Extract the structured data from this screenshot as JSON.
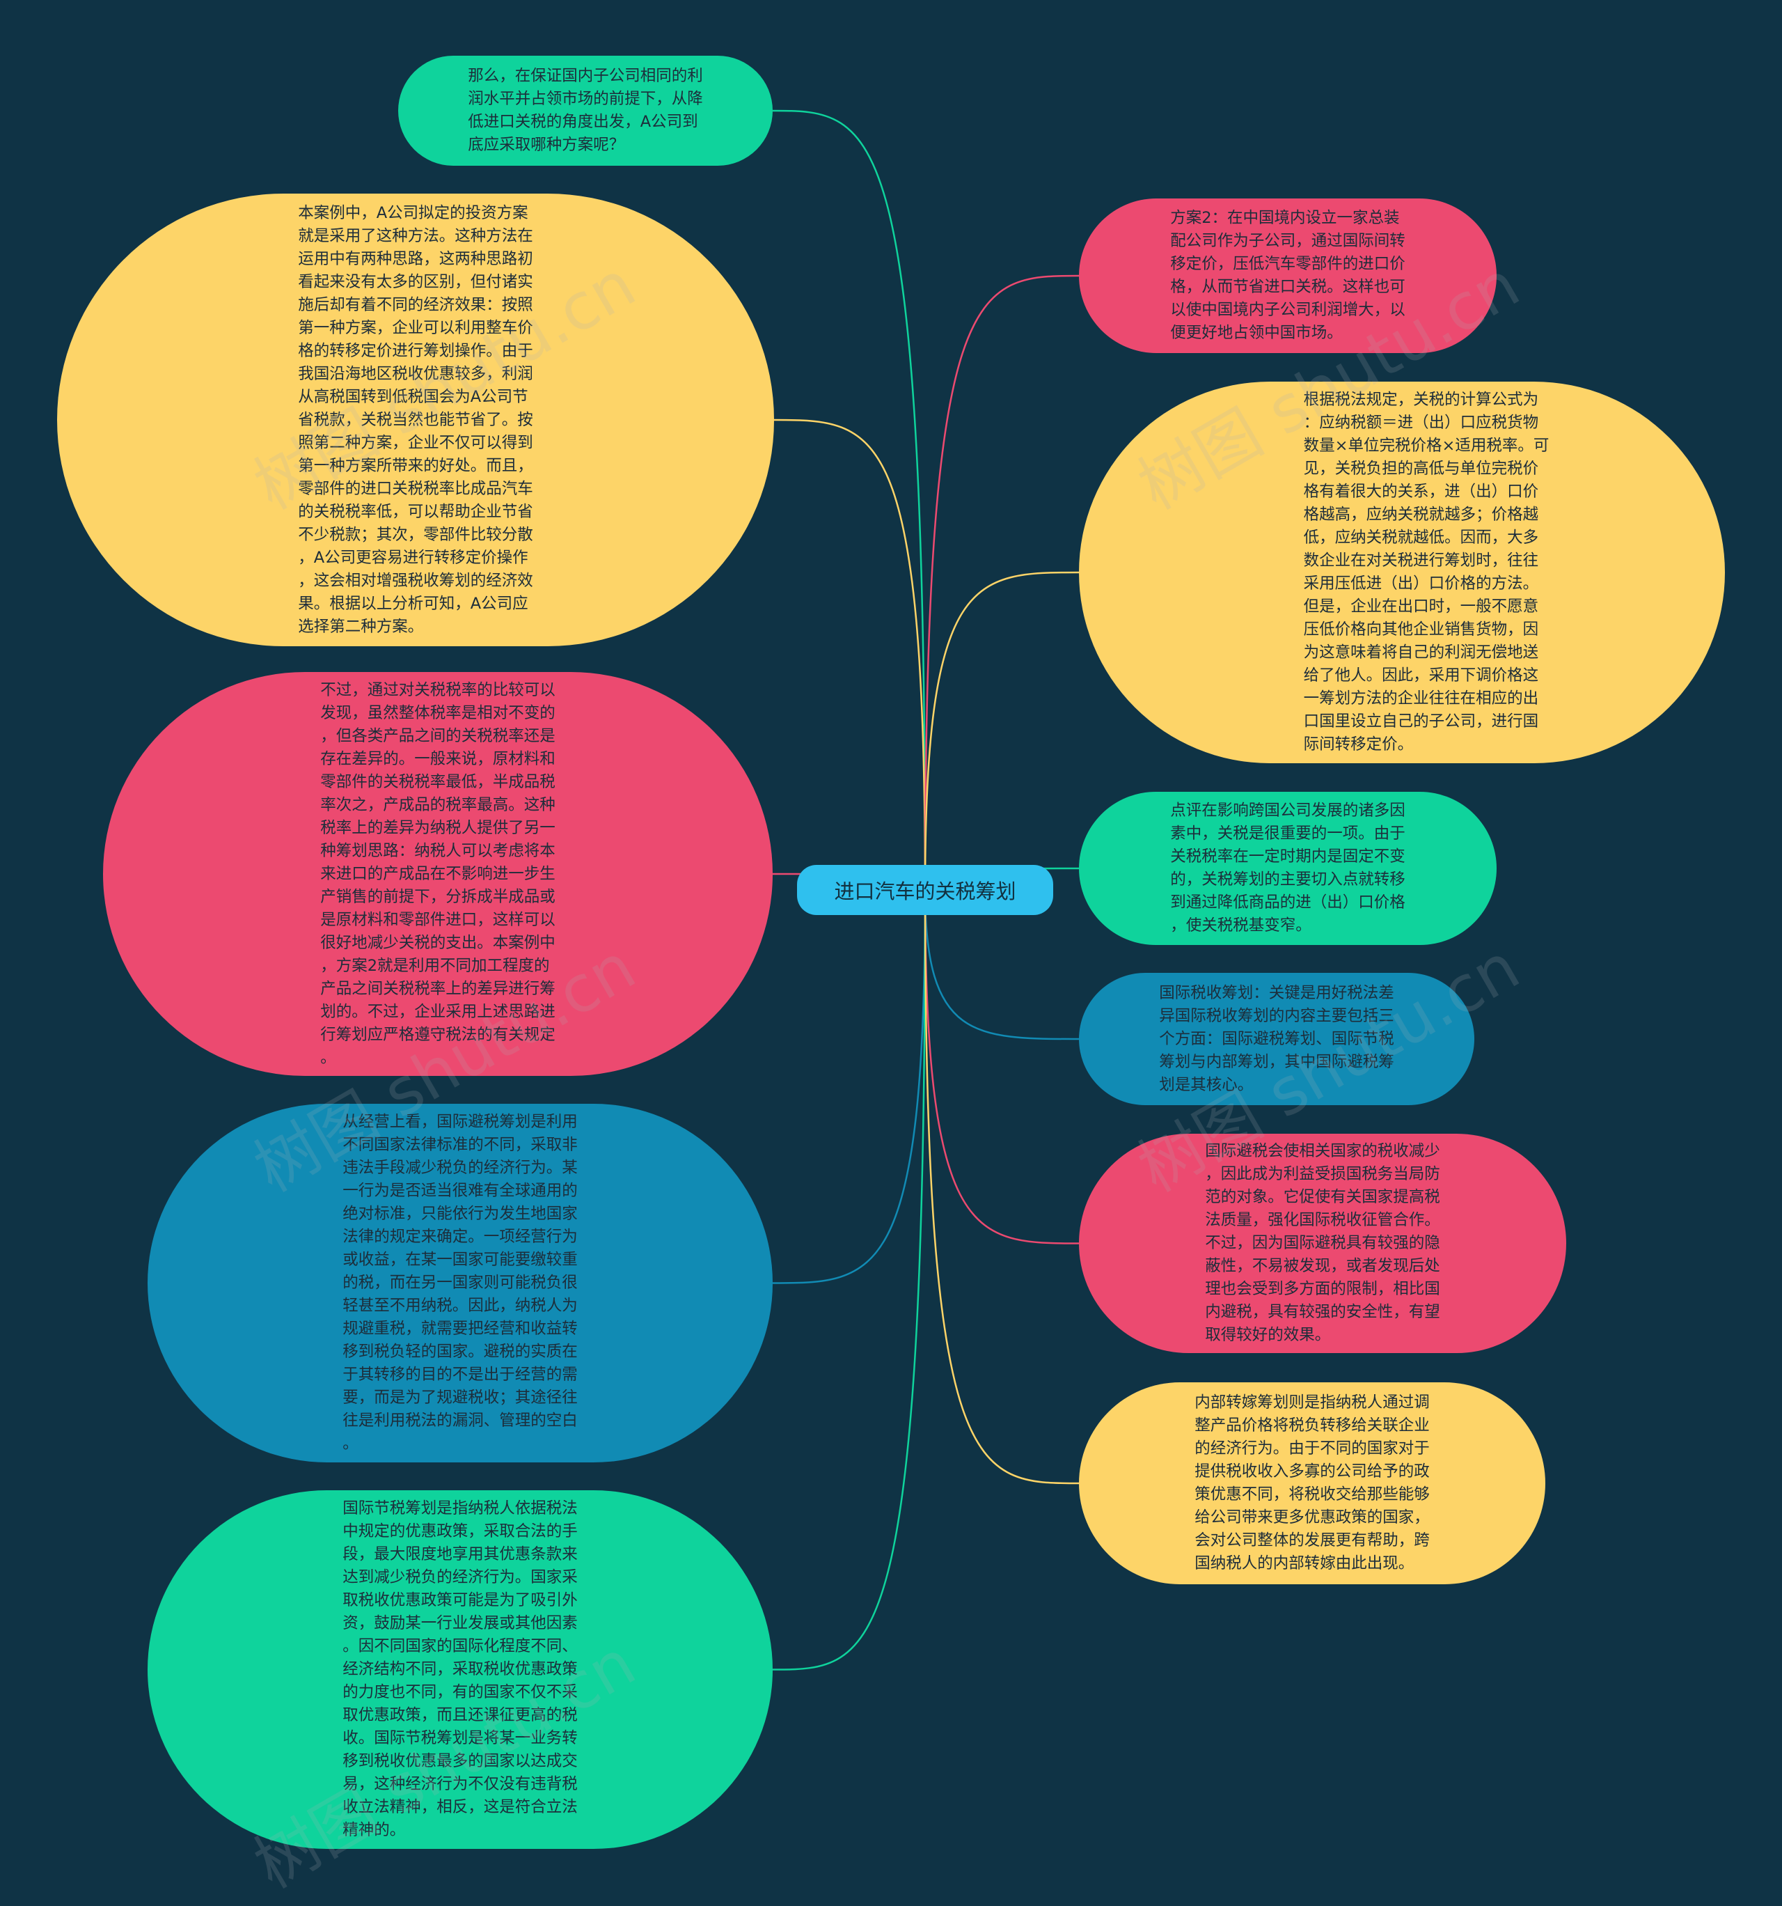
{
  "root": {
    "label": "进口汽车的关税筹划",
    "color": "#2fc0ee"
  },
  "colors": {
    "background": "#0f3345",
    "green": "#0fd39c",
    "yellow": "#fdd468",
    "pink": "#ec4a70",
    "blue": "#118bb4"
  },
  "watermark": "树图 shutu.cn",
  "left_nodes": [
    {
      "id": "l1",
      "color": "#0fd39c",
      "text": "那么，在保证国内子公司相同的利\n润水平并占领市场的前提下，从降\n低进口关税的角度出发，A公司到\n底应采取哪种方案呢？"
    },
    {
      "id": "l2",
      "color": "#fdd468",
      "text": "本案例中，A公司拟定的投资方案\n就是采用了这种方法。这种方法在\n运用中有两种思路，这两种思路初\n看起来没有太多的区别，但付诸实\n施后却有着不同的经济效果：按照\n第一种方案，企业可以利用整车价\n格的转移定价进行筹划操作。由于\n我国沿海地区税收优惠较多，利润\n从高税国转到低税国会为A公司节\n省税款，关税当然也能节省了。按\n照第二种方案，企业不仅可以得到\n第一种方案所带来的好处。而且，\n零部件的进口关税税率比成品汽车\n的关税税率低，可以帮助企业节省\n不少税款；其次，零部件比较分散\n，A公司更容易进行转移定价操作\n，这会相对增强税收筹划的经济效\n果。根据以上分析可知，A公司应\n选择第二种方案。"
    },
    {
      "id": "l3",
      "color": "#ec4a70",
      "text": "不过，通过对关税税率的比较可以\n发现，虽然整体税率是相对不变的\n，但各类产品之间的关税税率还是\n存在差异的。一般来说，原材料和\n零部件的关税税率最低，半成品税\n率次之，产成品的税率最高。这种\n税率上的差异为纳税人提供了另一\n种筹划思路：纳税人可以考虑将本\n来进口的产成品在不影响进一步生\n产销售的前提下，分拆成半成品或\n是原材料和零部件进口，这样可以\n很好地减少关税的支出。本案例中\n，方案2就是利用不同加工程度的\n产品之间关税税率上的差异进行筹\n划的。不过，企业采用上述思路进\n行筹划应严格遵守税法的有关规定\n。"
    },
    {
      "id": "l4",
      "color": "#118bb4",
      "text": "从经营上看，国际避税筹划是利用\n不同国家法律标准的不同，采取非\n违法手段减少税负的经济行为。某\n一行为是否适当很难有全球通用的\n绝对标准，只能依行为发生地国家\n法律的规定来确定。一项经营行为\n或收益，在某一国家可能要缴较重\n的税，而在另一国家则可能税负很\n轻甚至不用纳税。因此，纳税人为\n规避重税，就需要把经营和收益转\n移到税负轻的国家。避税的实质在\n于其转移的目的不是出于经营的需\n要，而是为了规避税收；其途径往\n往是利用税法的漏洞、管理的空白\n。"
    },
    {
      "id": "l5",
      "color": "#0fd39c",
      "text": "国际节税筹划是指纳税人依据税法\n中规定的优惠政策，采取合法的手\n段，最大限度地享用其优惠条款来\n达到减少税负的经济行为。国家采\n取税收优惠政策可能是为了吸引外\n资，鼓励某一行业发展或其他因素\n。因不同国家的国际化程度不同、\n经济结构不同，采取税收优惠政策\n的力度也不同，有的国家不仅不采\n取优惠政策，而且还课征更高的税\n收。国际节税筹划是将某一业务转\n移到税收优惠最多的国家以达成交\n易，这种经济行为不仅没有违背税\n收立法精神，相反，这是符合立法\n精神的。"
    }
  ],
  "right_nodes": [
    {
      "id": "r1",
      "color": "#ec4a70",
      "text": "方案2：在中国境内设立一家总装\n配公司作为子公司，通过国际间转\n移定价，压低汽车零部件的进口价\n格，从而节省进口关税。这样也可\n以使中国境内子公司利润增大，以\n便更好地占领中国市场。"
    },
    {
      "id": "r2",
      "color": "#fdd468",
      "text": "根据税法规定，关税的计算公式为\n：应纳税额＝进（出）口应税货物\n数量×单位完税价格×适用税率。可\n见，关税负担的高低与单位完税价\n格有着很大的关系，进（出）口价\n格越高，应纳关税就越多；价格越\n低，应纳关税就越低。因而，大多\n数企业在对关税进行筹划时，往往\n采用压低进（出）口价格的方法。\n但是，企业在出口时，一般不愿意\n压低价格向其他企业销售货物，因\n为这意味着将自己的利润无偿地送\n给了他人。因此，采用下调价格这\n一筹划方法的企业往往在相应的出\n口国里设立自己的子公司，进行国\n际间转移定价。"
    },
    {
      "id": "r3",
      "color": "#0fd39c",
      "text": "点评在影响跨国公司发展的诸多因\n素中，关税是很重要的一项。由于\n关税税率在一定时期内是固定不变\n的，关税筹划的主要切入点就转移\n到通过降低商品的进（出）口价格\n，使关税税基变窄。"
    },
    {
      "id": "r4",
      "color": "#118bb4",
      "text": "国际税收筹划：关键是用好税法差\n异国际税收筹划的内容主要包括三\n个方面：国际避税筹划、国际节税\n筹划与内部筹划，其中国际避税筹\n划是其核心。"
    },
    {
      "id": "r5",
      "color": "#ec4a70",
      "text": "国际避税会使相关国家的税收减少\n，因此成为利益受损国税务当局防\n范的对象。它促使有关国家提高税\n法质量，强化国际税收征管合作。\n不过，因为国际避税具有较强的隐\n蔽性，不易被发现，或者发现后处\n理也会受到多方面的限制，相比国\n内避税，具有较强的安全性，有望\n取得较好的效果。"
    },
    {
      "id": "r6",
      "color": "#fdd468",
      "text": "内部转嫁筹划则是指纳税人通过调\n整产品价格将税负转移给关联企业\n的经济行为。由于不同的国家对于\n提供税收收入多寡的公司给予的政\n策优惠不同，将税收交给那些能够\n给公司带来更多优惠政策的国家，\n会对公司整体的发展更有帮助，跨\n国纳税人的内部转嫁由此出现。"
    }
  ]
}
